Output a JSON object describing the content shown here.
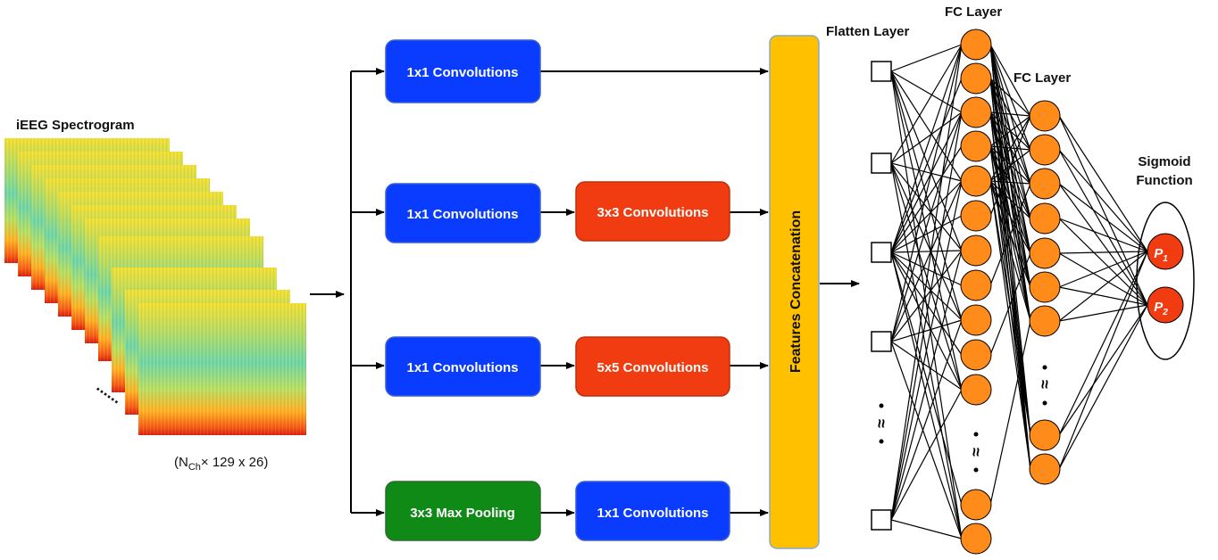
{
  "labels": {
    "spectrogram_title": "iEEG Spectrogram",
    "dims_prefix": "(N",
    "dims_sub": "Ch",
    "dims_suffix": "× 129 x 26)",
    "stack_dots": "......",
    "flatten_layer": "Flatten Layer",
    "fc_layer_1": "FC Layer",
    "fc_layer_2": "FC Layer",
    "sigmoid_line1": "Sigmoid",
    "sigmoid_line2": "Function",
    "concat": "Features Concatenation",
    "p1_main": "P",
    "p1_sub": "1",
    "p2_main": "P",
    "p2_sub": "2",
    "approx": "≈"
  },
  "branches": {
    "b1_conv1": "1x1 Convolutions",
    "b2_conv1": "1x1 Convolutions",
    "b2_conv3": "3x3 Convolutions",
    "b3_conv1": "1x1 Convolutions",
    "b3_conv5": "5x5 Convolutions",
    "b4_pool": "3x3 Max Pooling",
    "b4_conv1": "1x1 Convolutions"
  },
  "colors": {
    "blue": "#0a3cff",
    "red": "#f03c10",
    "green": "#0f8a17",
    "concat_yellow": "#ffc000",
    "node_orange": "#ff8c1a"
  }
}
